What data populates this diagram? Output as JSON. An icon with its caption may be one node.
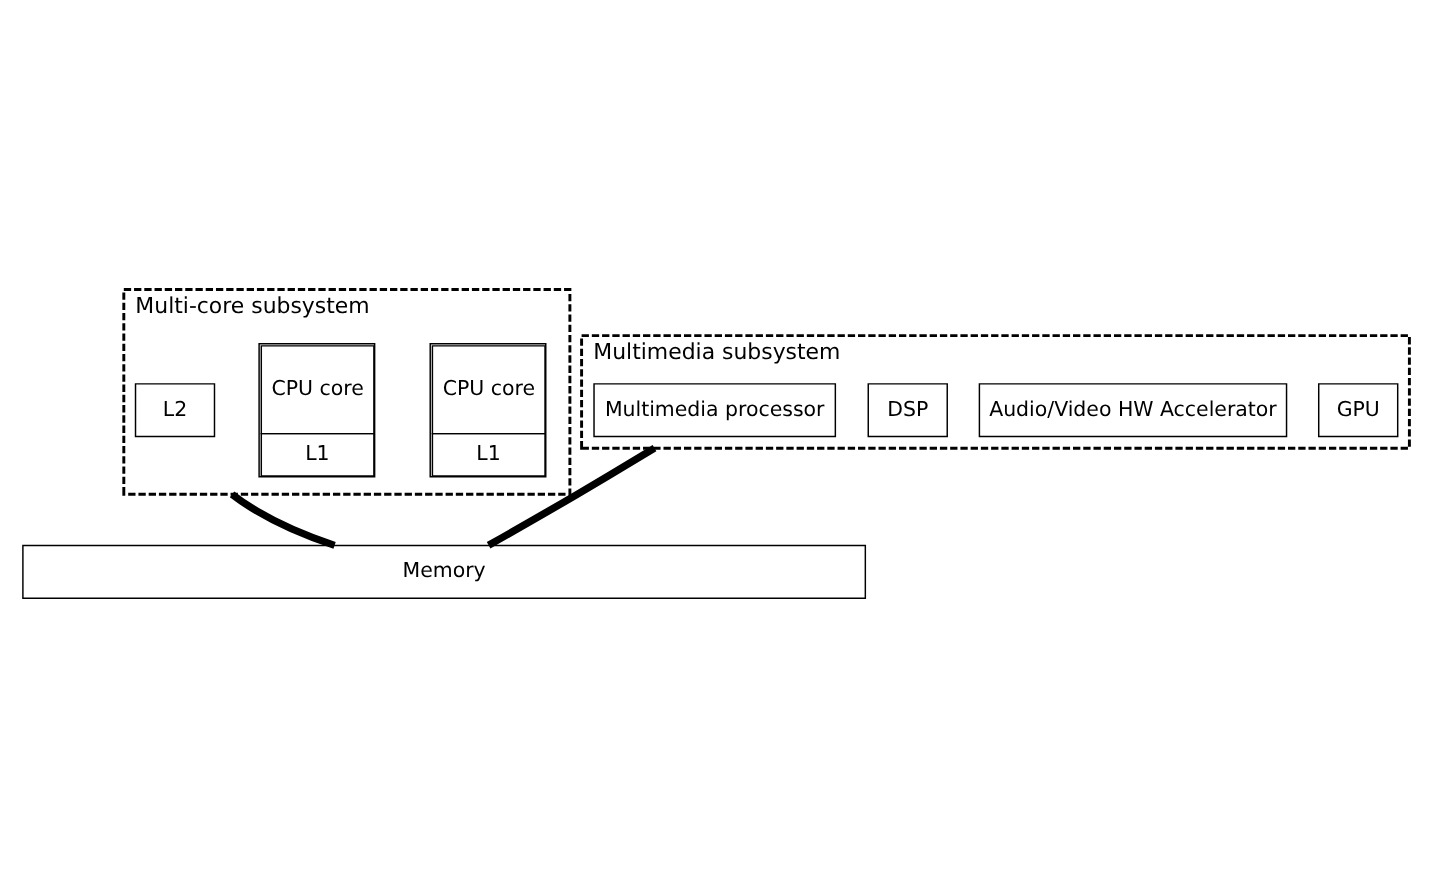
{
  "diagram": {
    "nodes": [
      {
        "text": [
          "Multi-core subsystem"
        ]
      },
      {
        "text": [
          "CPU core",
          "L1"
        ],
        "in": 0
      },
      {
        "text": [
          "CPU core",
          "L1"
        ],
        "in": 0
      },
      {
        "text": [
          "L2"
        ],
        "in": 0
      },
      {
        "text": [
          "Multimedia subsystem"
        ]
      },
      {
        "text": [
          "GPU"
        ],
        "in": 4
      },
      {
        "text": [
          "Audio/Video HW Accelerator"
        ],
        "in": 4
      },
      {
        "text": [
          "DSP"
        ],
        "in": 4
      },
      {
        "text": [
          "Multimedia processor"
        ],
        "in": 4
      },
      {
        "text": [
          "Memory"
        ]
      }
    ],
    "edges": [
      {
        "from": 0,
        "to": 9,
        "arrow": "none"
      },
      {
        "from": 4,
        "to": 9,
        "arrow": "none"
      }
    ]
  }
}
